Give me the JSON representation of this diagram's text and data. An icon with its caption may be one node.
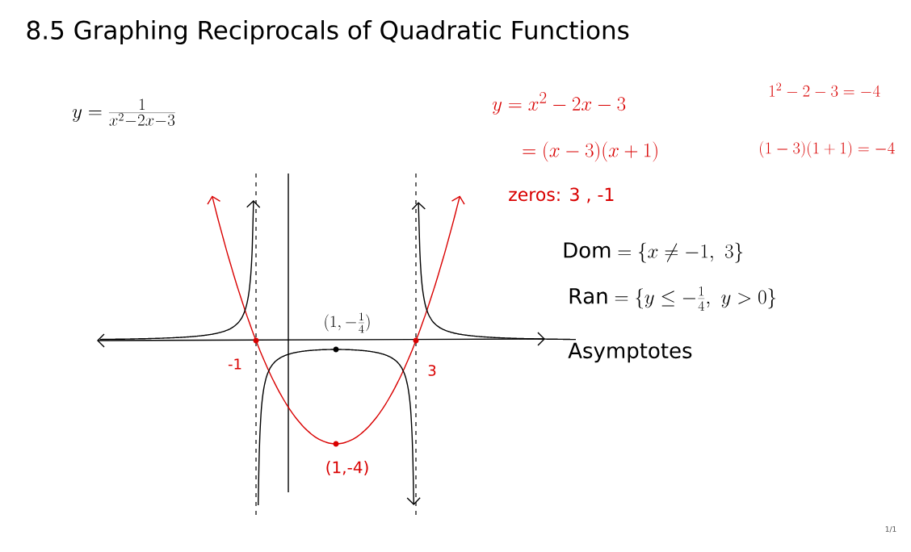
{
  "diagram": {
    "title": "8.5 Graphing Reciprocals of Quadratic Functions",
    "labels": [
      "y = \\frac{1}{x^2-2x-3}",
      "y = x^2 - 2x - 3",
      "1^2 - 2 - 3 = -4",
      "= (x-3)(x+1)",
      "(1-3)(1+1) = -4",
      "zeros: 3 , -1",
      "\\mathrm{Dom} = \\{x \\neq -1,\\ 3\\}",
      "\\mathrm{Ran} = \\{y \\leq -\\frac{1}{4},\\ y > 0\\}",
      "(1, -\\frac{1}{4})",
      "Asymptotes",
      "-1",
      "3",
      "(1,-4)",
      "1/1"
    ]
  }
}
